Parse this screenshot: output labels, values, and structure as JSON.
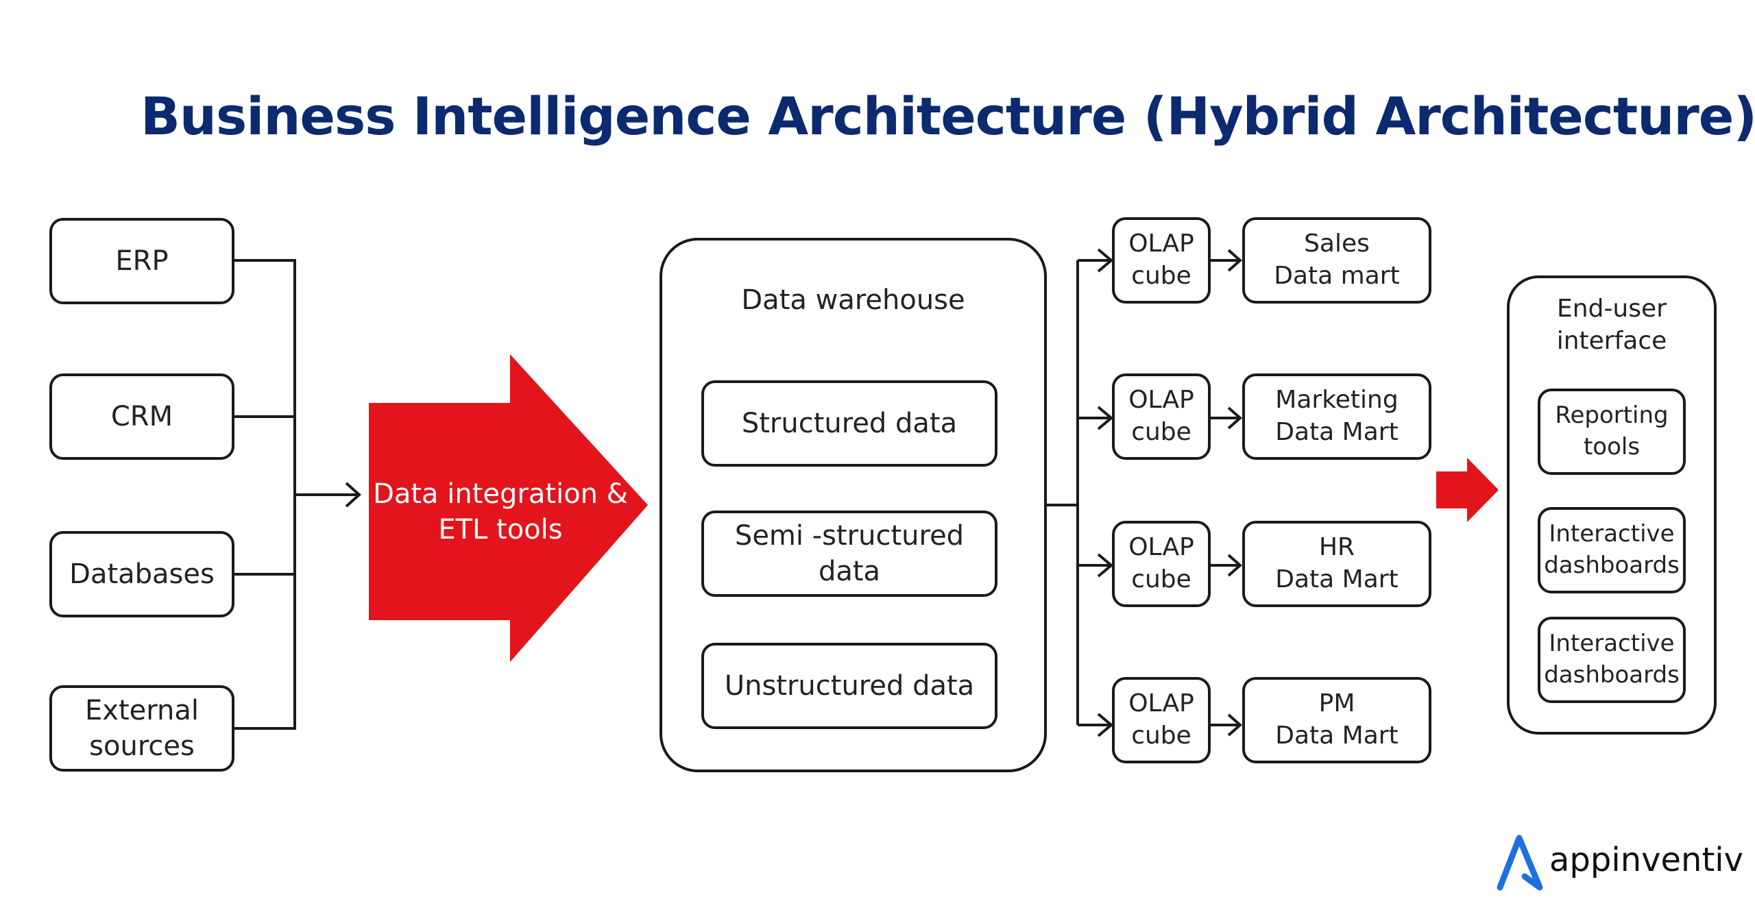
{
  "title": "Business Intelligence Architecture (Hybrid Architecture)",
  "colors": {
    "title": "#0b2a6f",
    "accent_red": "#e3141b",
    "brand_blue": "#1e6fe0",
    "stroke": "#1a1a1a"
  },
  "sources": [
    "ERP",
    "CRM",
    "Databases",
    "External\nsources"
  ],
  "etl_label": "Data integration &\nETL tools",
  "warehouse": {
    "label": "Data warehouse",
    "items": [
      "Structured data",
      "Semi -structured\ndata",
      "Unstructured data"
    ]
  },
  "olap_rows": [
    {
      "cube": "OLAP\ncube",
      "mart": "Sales\nData mart"
    },
    {
      "cube": "OLAP\ncube",
      "mart": "Marketing\nData Mart"
    },
    {
      "cube": "OLAP\ncube",
      "mart": "HR\nData Mart"
    },
    {
      "cube": "OLAP\ncube",
      "mart": "PM\nData Mart"
    }
  ],
  "end_user": {
    "label": "End-user\ninterface",
    "items": [
      "Reporting\ntools",
      "Interactive\ndashboards",
      "Interactive\ndashboards"
    ]
  },
  "brand": {
    "name": "appinventiv",
    "icon": "appinventiv-logo-icon"
  }
}
